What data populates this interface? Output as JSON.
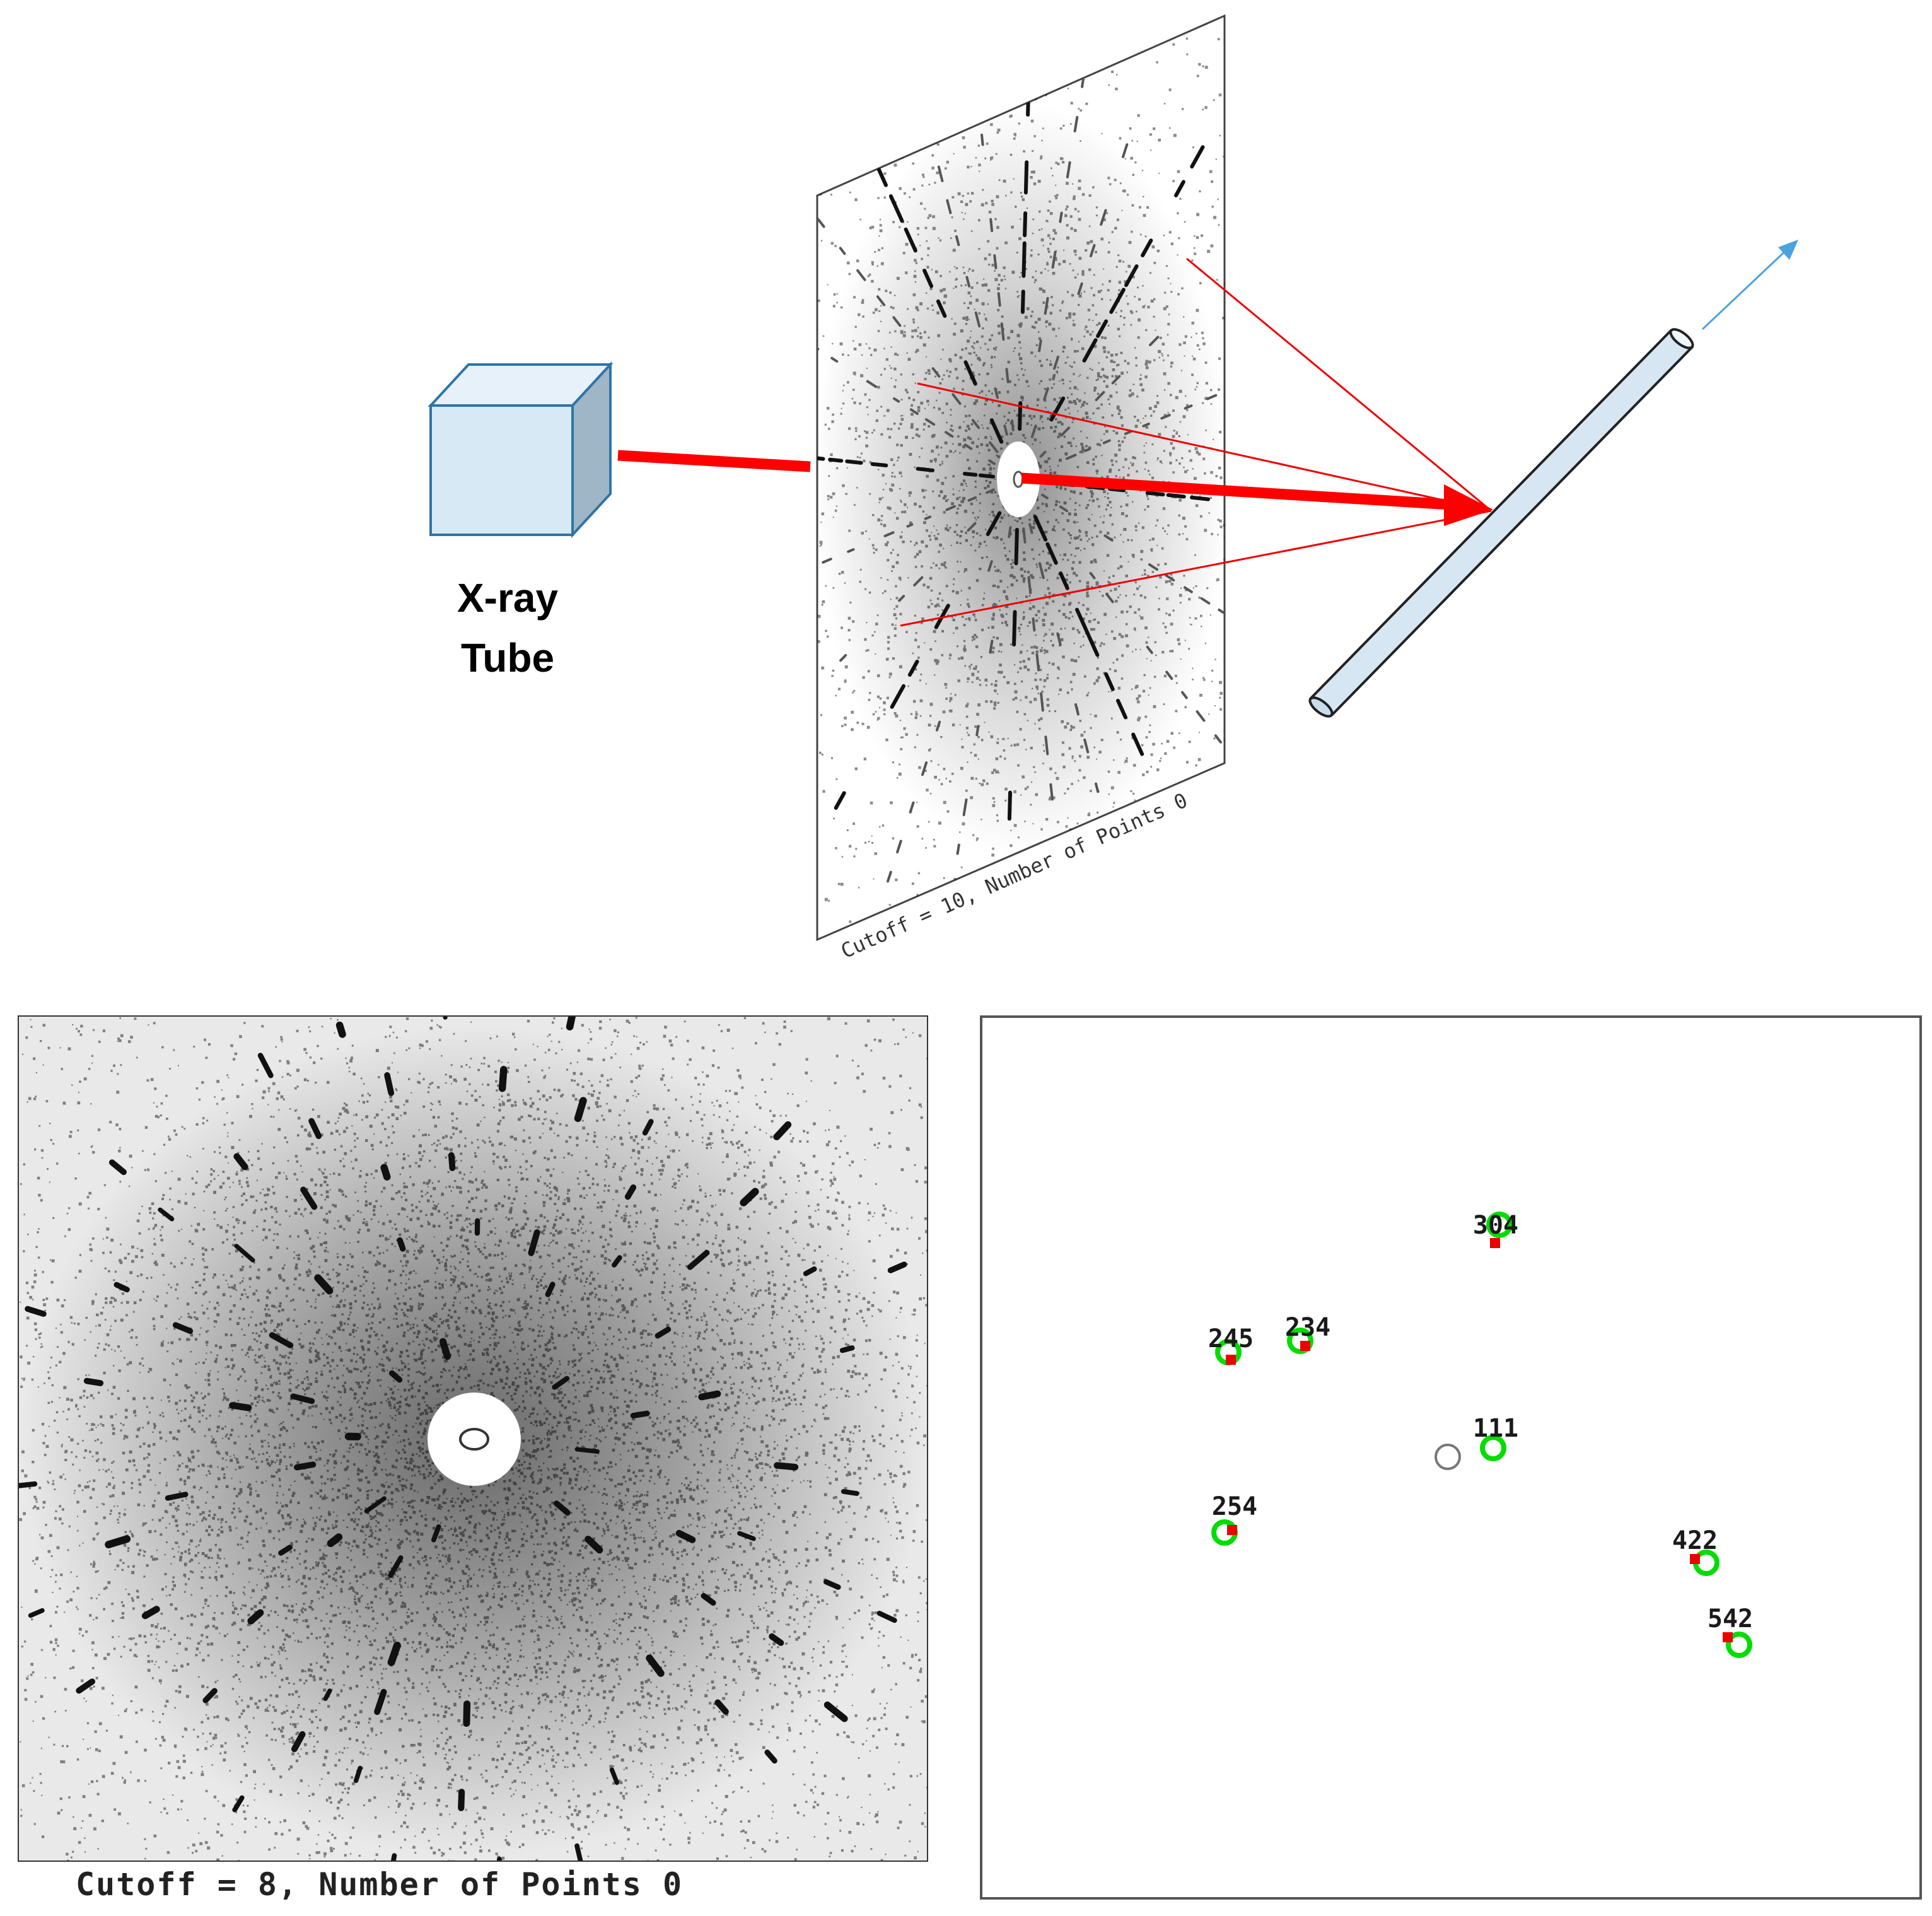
{
  "tube": {
    "line1": "X-ray",
    "line2": "Tube"
  },
  "top_film": {
    "caption": "Cutoff = 10, Number of Points 0"
  },
  "left_panel": {
    "caption": "Cutoff =  8, Number of Points 0"
  },
  "right_panel": {
    "reflections": [
      {
        "label": "304"
      },
      {
        "label": "234"
      },
      {
        "label": "245"
      },
      {
        "label": "111"
      },
      {
        "label": "254"
      },
      {
        "label": "422"
      },
      {
        "label": "542"
      }
    ]
  },
  "colors": {
    "beam": "#ff0000",
    "cube_face": "#d8e9f6",
    "cube_edge": "#2f74a8",
    "rod": "#d6e7f3",
    "arrow": "#4aa3df",
    "observed_spot": "#00dd00",
    "predicted_spot": "#ee0000",
    "center_marker": "#777777"
  }
}
